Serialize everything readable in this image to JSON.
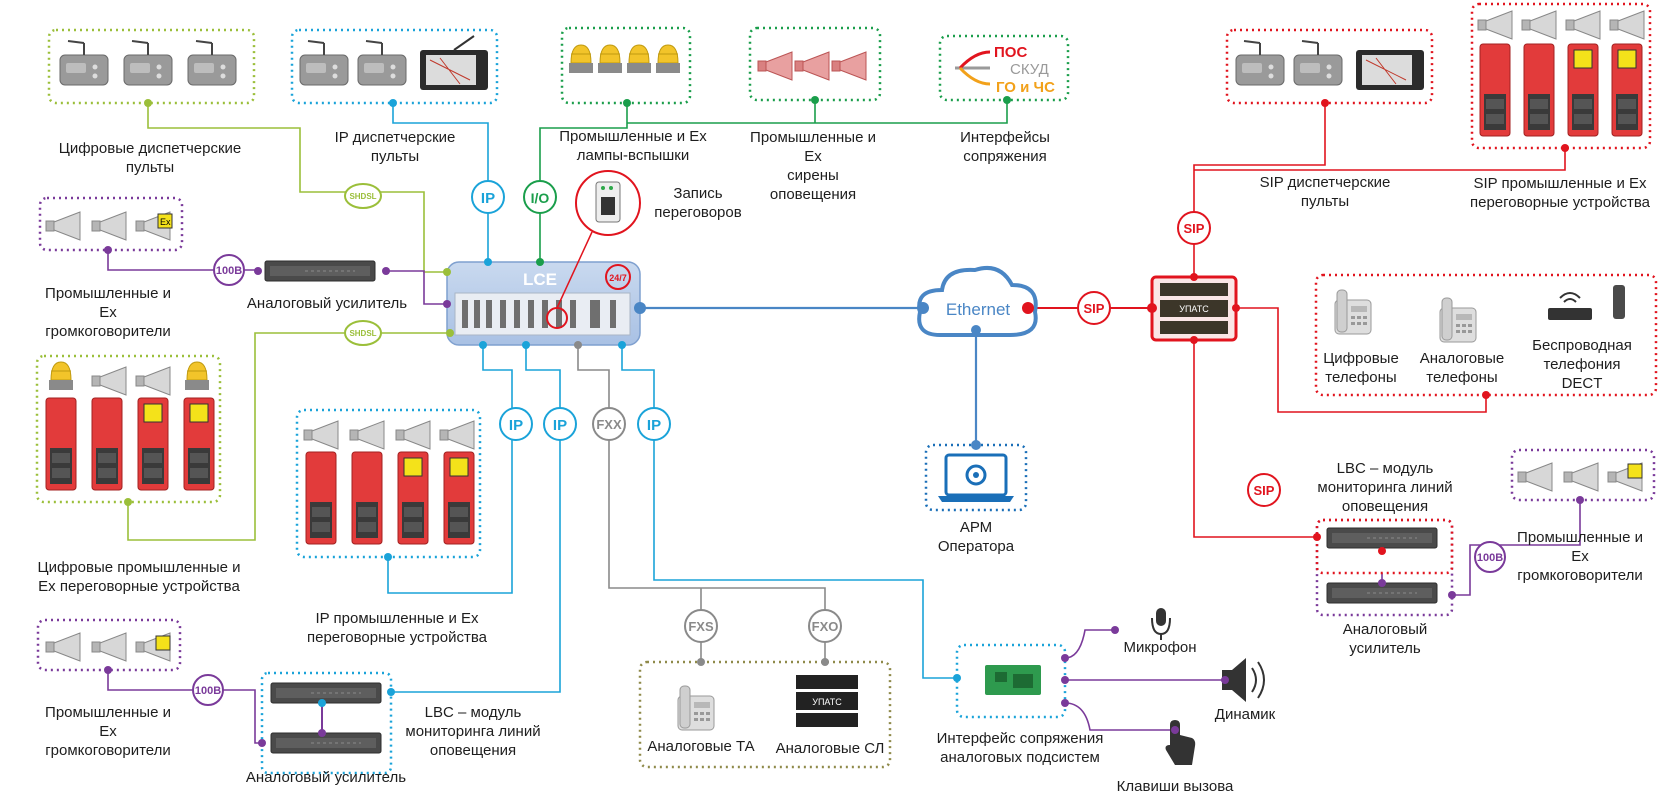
{
  "colors": {
    "blue": "#1aa3d9",
    "green": "#1a9e4b",
    "lime": "#9bbf3a",
    "purple": "#7a3a9a",
    "red": "#e1141e",
    "gray": "#8a8a8a",
    "olive": "#8f8a4a",
    "ethernet": "#4a86c5",
    "device_red": "#e23b3b",
    "ex_yellow": "#f4e21a"
  },
  "central": {
    "title": "LCE",
    "badge": "24/7"
  },
  "cloud": {
    "label": "Ethernet"
  },
  "upats_label": "УПАТС",
  "interfaces": {
    "items": [
      "ПОС",
      "СКУД",
      "ГО и ЧС"
    ],
    "colors": [
      "#e1141e",
      "#9a9a9a",
      "#f2a11a"
    ]
  },
  "connectors": {
    "ip": "IP",
    "io": "I/O",
    "fxx": "FXX",
    "fxs": "FXS",
    "fxo": "FXO",
    "sip": "SIP",
    "v100": "100В",
    "shdsl": "SHDSL"
  },
  "ex_mark": "Ex",
  "labels": {
    "digital_consoles": "Цифровые диспетчерские\nпульты",
    "ip_consoles": "IP диспетчерские\nпульты",
    "flash_lamps": "Промышленные и Ex\nлампы-вспышки",
    "sirens": "Промышленные и\nEx\nсирены\nоповещения",
    "interfaces": "Интерфейсы\nсопряжения",
    "recording": "Запись\nпереговоров",
    "speakers_left_top": "Промышленные и\nEx\nгромкоговорители",
    "amp_left_top": "Аналоговый усилитель",
    "digital_intercoms": "Цифровые промышленные и\nEx переговорные устройства",
    "ip_intercoms": "IP промышленные и Ex\nпереговорные устройства",
    "speakers_left_bottom": "Промышленные и\nEx\nгромкоговорители",
    "amp_left_bottom": "Аналоговый усилитель",
    "lbc_left": "LBC – модуль\nмониторинга линий\nоповещения",
    "analog_ta": "Аналоговые ТА",
    "analog_sl": "Аналоговые СЛ",
    "analog_interface": "Интерфейс сопряжения\nаналоговых подсистем",
    "microphone": "Микрофон",
    "speaker": "Динамик",
    "call_keys": "Клавиши вызова",
    "arm": "АРМ\nОператора",
    "sip_consoles": "SIP диспетчерские\nпульты",
    "sip_intercoms": "SIP промышленные и Ex\nпереговорные устройства",
    "digital_phones": "Цифровые\nтелефоны",
    "analog_phones": "Аналоговые\nтелефоны",
    "dect": "Беспроводная\nтелефония\nDECT",
    "lbc_right": "LBC – модуль\nмониторинга линий\nоповещения",
    "speakers_right": "Промышленные и\nEx\nгромкоговорители",
    "amp_right": "Аналоговый\nусилитель"
  }
}
